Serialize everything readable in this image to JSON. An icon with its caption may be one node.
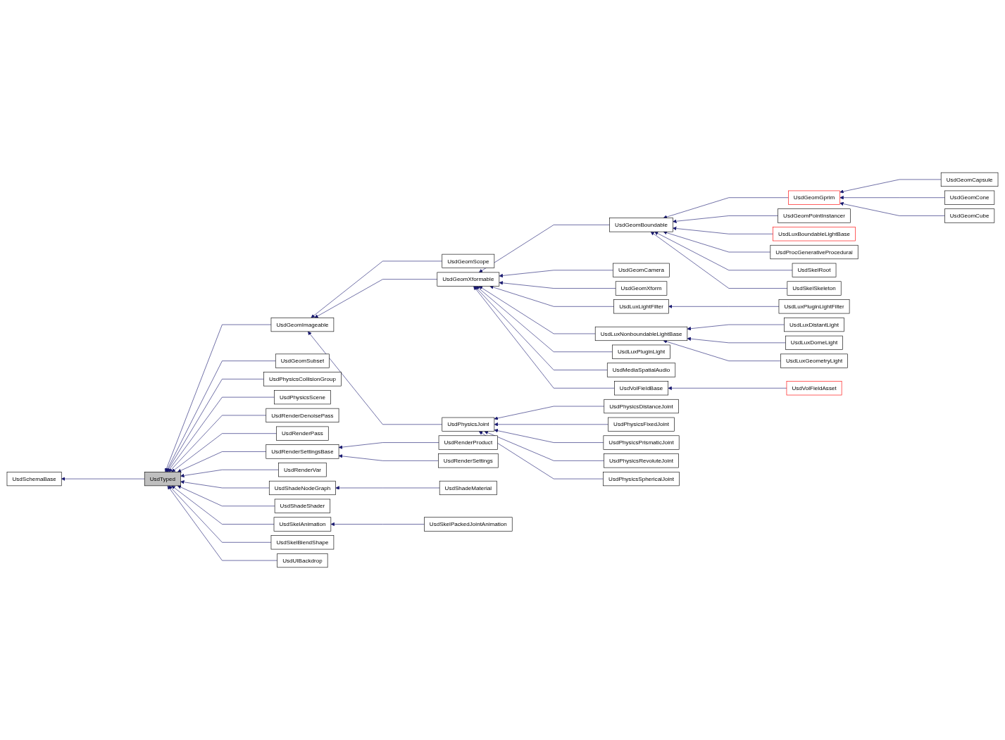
{
  "diagram": {
    "nodes": [
      {
        "text": [
          "UsdSchemaBase"
        ]
      },
      {
        "text": [
          "UsdTyped"
        ]
      },
      {
        "text": [
          "UsdGeomImageable"
        ]
      },
      {
        "text": [
          "UsdGeomSubset"
        ]
      },
      {
        "text": [
          "UsdPhysicsCollisionGroup"
        ]
      },
      {
        "text": [
          "UsdPhysicsScene"
        ]
      },
      {
        "text": [
          "UsdRenderDenoisePass"
        ]
      },
      {
        "text": [
          "UsdRenderPass"
        ]
      },
      {
        "text": [
          "UsdRenderSettingsBase"
        ]
      },
      {
        "text": [
          "UsdRenderVar"
        ]
      },
      {
        "text": [
          "UsdShadeNodeGraph"
        ]
      },
      {
        "text": [
          "UsdShadeShader"
        ]
      },
      {
        "text": [
          "UsdSkelAnimation"
        ]
      },
      {
        "text": [
          "UsdSkelBlendShape"
        ]
      },
      {
        "text": [
          "UsdUIBackdrop"
        ]
      },
      {
        "text": [
          "UsdGeomScope"
        ]
      },
      {
        "text": [
          "UsdGeomXformable"
        ]
      },
      {
        "text": [
          "UsdPhysicsJoint"
        ]
      },
      {
        "text": [
          "UsdRenderProduct"
        ]
      },
      {
        "text": [
          "UsdRenderSettings"
        ]
      },
      {
        "text": [
          "UsdShadeMaterial"
        ]
      },
      {
        "text": [
          "UsdSkelPackedJointAnimation"
        ]
      },
      {
        "text": [
          "UsdGeomBoundable"
        ]
      },
      {
        "text": [
          "UsdGeomCamera"
        ]
      },
      {
        "text": [
          "UsdGeomXform"
        ]
      },
      {
        "text": [
          "UsdLuxLightFilter"
        ]
      },
      {
        "text": [
          "UsdLuxNonboundableLightBase"
        ]
      },
      {
        "text": [
          "UsdLuxPluginLight"
        ]
      },
      {
        "text": [
          "UsdMediaSpatialAudio"
        ]
      },
      {
        "text": [
          "UsdVolFieldBase"
        ]
      },
      {
        "text": [
          "UsdPhysicsDistanceJoint"
        ]
      },
      {
        "text": [
          "UsdPhysicsFixedJoint"
        ]
      },
      {
        "text": [
          "UsdPhysicsPrismaticJoint"
        ]
      },
      {
        "text": [
          "UsdPhysicsRevoluteJoint"
        ]
      },
      {
        "text": [
          "UsdPhysicsSphericalJoint"
        ]
      },
      {
        "text": [
          "UsdGeomGprim"
        ]
      },
      {
        "text": [
          "UsdGeomPointInstancer"
        ]
      },
      {
        "text": [
          "UsdLuxBoundableLightBase"
        ]
      },
      {
        "text": [
          "UsdProcGenerativeProcedural"
        ]
      },
      {
        "text": [
          "UsdSkelRoot"
        ]
      },
      {
        "text": [
          "UsdSkelSkeleton"
        ]
      },
      {
        "text": [
          "UsdLuxPluginLightFilter"
        ]
      },
      {
        "text": [
          "UsdLuxDistantLight"
        ]
      },
      {
        "text": [
          "UsdLuxDomeLight"
        ]
      },
      {
        "text": [
          "UsdLuxGeometryLight"
        ]
      },
      {
        "text": [
          "UsdVolFieldAsset"
        ]
      },
      {
        "text": [
          "UsdGeomCapsule"
        ]
      },
      {
        "text": [
          "UsdGeomCone"
        ]
      },
      {
        "text": [
          "UsdGeomCube"
        ]
      }
    ],
    "edges": [
      {
        "from": 1,
        "to": 0,
        "arrow": "to"
      },
      {
        "from": 2,
        "to": 1,
        "arrow": "to"
      },
      {
        "from": 3,
        "to": 1,
        "arrow": "to"
      },
      {
        "from": 4,
        "to": 1,
        "arrow": "to"
      },
      {
        "from": 5,
        "to": 1,
        "arrow": "to"
      },
      {
        "from": 6,
        "to": 1,
        "arrow": "to"
      },
      {
        "from": 7,
        "to": 1,
        "arrow": "to"
      },
      {
        "from": 8,
        "to": 1,
        "arrow": "to"
      },
      {
        "from": 9,
        "to": 1,
        "arrow": "to"
      },
      {
        "from": 10,
        "to": 1,
        "arrow": "to"
      },
      {
        "from": 11,
        "to": 1,
        "arrow": "to"
      },
      {
        "from": 12,
        "to": 1,
        "arrow": "to"
      },
      {
        "from": 13,
        "to": 1,
        "arrow": "to"
      },
      {
        "from": 14,
        "to": 1,
        "arrow": "to"
      },
      {
        "from": 15,
        "to": 2,
        "arrow": "to"
      },
      {
        "from": 16,
        "to": 2,
        "arrow": "to"
      },
      {
        "from": 17,
        "to": 2,
        "arrow": "to"
      },
      {
        "from": 18,
        "to": 8,
        "arrow": "to"
      },
      {
        "from": 19,
        "to": 8,
        "arrow": "to"
      },
      {
        "from": 20,
        "to": 10,
        "arrow": "to"
      },
      {
        "from": 21,
        "to": 12,
        "arrow": "to"
      },
      {
        "from": 22,
        "to": 16,
        "arrow": "to"
      },
      {
        "from": 23,
        "to": 16,
        "arrow": "to"
      },
      {
        "from": 24,
        "to": 16,
        "arrow": "to"
      },
      {
        "from": 25,
        "to": 16,
        "arrow": "to"
      },
      {
        "from": 26,
        "to": 16,
        "arrow": "to"
      },
      {
        "from": 27,
        "to": 16,
        "arrow": "to"
      },
      {
        "from": 28,
        "to": 16,
        "arrow": "to"
      },
      {
        "from": 29,
        "to": 16,
        "arrow": "to"
      },
      {
        "from": 30,
        "to": 17,
        "arrow": "to"
      },
      {
        "from": 31,
        "to": 17,
        "arrow": "to"
      },
      {
        "from": 32,
        "to": 17,
        "arrow": "to"
      },
      {
        "from": 33,
        "to": 17,
        "arrow": "to"
      },
      {
        "from": 34,
        "to": 17,
        "arrow": "to"
      },
      {
        "from": 35,
        "to": 22,
        "arrow": "to"
      },
      {
        "from": 36,
        "to": 22,
        "arrow": "to"
      },
      {
        "from": 37,
        "to": 22,
        "arrow": "to"
      },
      {
        "from": 38,
        "to": 22,
        "arrow": "to"
      },
      {
        "from": 39,
        "to": 22,
        "arrow": "to"
      },
      {
        "from": 40,
        "to": 22,
        "arrow": "to"
      },
      {
        "from": 41,
        "to": 25,
        "arrow": "to"
      },
      {
        "from": 42,
        "to": 26,
        "arrow": "to"
      },
      {
        "from": 43,
        "to": 26,
        "arrow": "to"
      },
      {
        "from": 44,
        "to": 26,
        "arrow": "to"
      },
      {
        "from": 45,
        "to": 29,
        "arrow": "to"
      },
      {
        "from": 46,
        "to": 35,
        "arrow": "to"
      },
      {
        "from": 47,
        "to": 35,
        "arrow": "to"
      },
      {
        "from": 48,
        "to": 35,
        "arrow": "to"
      }
    ]
  }
}
